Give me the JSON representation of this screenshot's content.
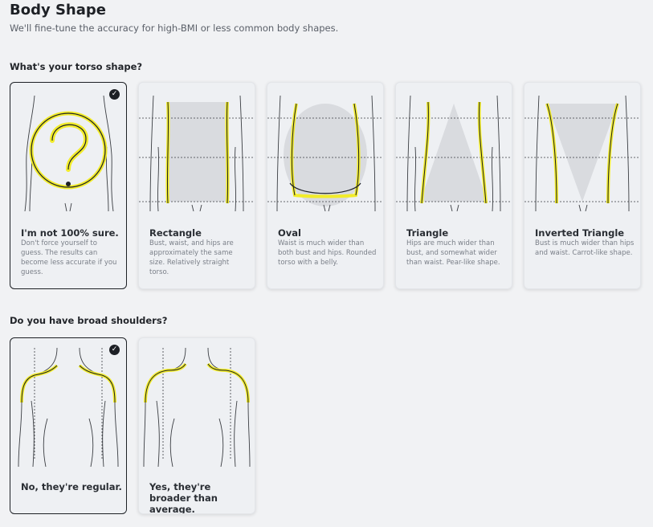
{
  "header": {
    "title": "Body Shape",
    "subtitle": "We'll fine-tune the accuracy for high-BMI or less common body shapes."
  },
  "torso": {
    "question": "What's your torso shape?",
    "options": [
      {
        "label": "I'm not 100% sure.",
        "description": "Don't force yourself to guess. The results can become less accurate if you guess.",
        "selected": true
      },
      {
        "label": "Rectangle",
        "description": "Bust, waist, and hips are approximately the same size. Relatively straight torso.",
        "selected": false
      },
      {
        "label": "Oval",
        "description": "Waist is much wider than both bust and hips. Rounded torso with a belly.",
        "selected": false
      },
      {
        "label": "Triangle",
        "description": "Hips are much wider than bust, and somewhat wider than waist. Pear-like shape.",
        "selected": false
      },
      {
        "label": "Inverted Triangle",
        "description": "Bust is much wider than hips and waist. Carrot-like shape.",
        "selected": false
      }
    ]
  },
  "shoulders": {
    "question": "Do you have broad shoulders?",
    "options": [
      {
        "label": "No, they're regular.",
        "selected": true
      },
      {
        "label": "Yes, they're broader than average.",
        "selected": false
      }
    ]
  },
  "icons": {
    "check": "✓"
  },
  "colors": {
    "highlight": "#f2ec2a",
    "selected_border": "#1d2025",
    "shape_fill": "#d9dbdf"
  }
}
